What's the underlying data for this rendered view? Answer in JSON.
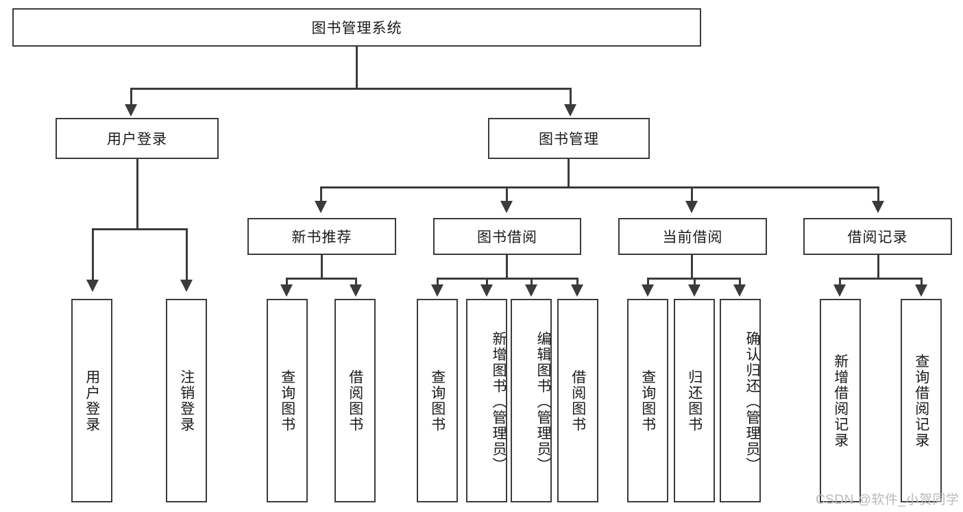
{
  "diagram": {
    "title_node": {
      "label": "图书管理系统"
    },
    "level2": [
      {
        "label": "用户登录"
      },
      {
        "label": "图书管理"
      }
    ],
    "level3": [
      {
        "label": "新书推荐"
      },
      {
        "label": "图书借阅"
      },
      {
        "label": "当前借阅"
      },
      {
        "label": "借阅记录"
      }
    ],
    "leaves": {
      "user_login": [
        {
          "label": "用户登录"
        },
        {
          "label": "注销登录"
        }
      ],
      "new_book_recommend": [
        {
          "label": "查询图书"
        },
        {
          "label": "借阅图书"
        }
      ],
      "book_borrow": [
        {
          "label": "查询图书"
        },
        {
          "label": "新增图书（管理员）"
        },
        {
          "label": "编辑图书（管理员）"
        },
        {
          "label": "借阅图书"
        }
      ],
      "current_borrow": [
        {
          "label": "查询图书"
        },
        {
          "label": "归还图书"
        },
        {
          "label": "确认归还（管理员）"
        }
      ],
      "borrow_record": [
        {
          "label": "新增借阅记录"
        },
        {
          "label": "查询借阅记录"
        }
      ]
    }
  },
  "watermark": {
    "text": "CSDN @软件_小贺同学"
  },
  "colors": {
    "stroke": "#3b3b3b",
    "text": "#1a1a1a",
    "background": "#ffffff",
    "watermark": "#b9b9b9"
  }
}
